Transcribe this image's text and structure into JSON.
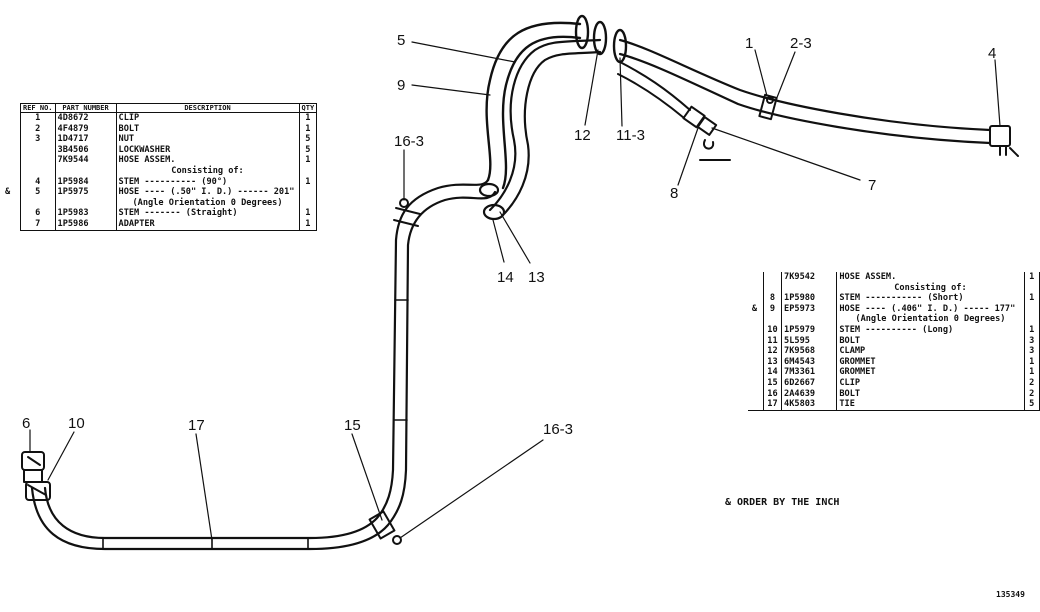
{
  "callouts": [
    {
      "text": "1"
    },
    {
      "text": "2-3"
    },
    {
      "text": "4"
    },
    {
      "text": "5"
    },
    {
      "text": "9"
    },
    {
      "text": "12"
    },
    {
      "text": "11-3"
    },
    {
      "text": "7"
    },
    {
      "text": "8"
    },
    {
      "text": "16-3"
    },
    {
      "text": "14"
    },
    {
      "text": "13"
    },
    {
      "text": "6"
    },
    {
      "text": "10"
    },
    {
      "text": "17"
    },
    {
      "text": "15"
    },
    {
      "text": "16-3"
    }
  ],
  "left_table": {
    "headers": {
      "ref": "REF NO.",
      "part": "PART NUMBER",
      "desc": "DESCRIPTION",
      "qty": "QTY"
    },
    "rows": [
      {
        "mark": "",
        "ref": "1",
        "part": "4D8672",
        "desc": "CLIP",
        "qty": "1"
      },
      {
        "mark": "",
        "ref": "2",
        "part": "4F4879",
        "desc": "BOLT",
        "qty": "1"
      },
      {
        "mark": "",
        "ref": "3",
        "part": "1D4717",
        "desc": "NUT",
        "qty": "5"
      },
      {
        "mark": "",
        "ref": "",
        "part": "3B4506",
        "desc": "LOCKWASHER",
        "qty": "5"
      },
      {
        "mark": "",
        "ref": "",
        "part": "7K9544",
        "desc": "HOSE ASSEM.",
        "qty": "1"
      },
      {
        "mark": "",
        "ref": "",
        "part": "",
        "desc": "Consisting of:",
        "qty": ""
      },
      {
        "mark": "",
        "ref": "4",
        "part": "1P5984",
        "desc": "STEM ---------- (90°)",
        "qty": "1"
      },
      {
        "mark": "&",
        "ref": "5",
        "part": "1P5975",
        "desc": "HOSE ---- (.50\" I. D.) ------ 201\"",
        "qty": ""
      },
      {
        "mark": "",
        "ref": "",
        "part": "",
        "desc": "(Angle Orientation 0 Degrees)",
        "qty": ""
      },
      {
        "mark": "",
        "ref": "6",
        "part": "1P5983",
        "desc": "STEM ------- (Straight)",
        "qty": "1"
      },
      {
        "mark": "",
        "ref": "7",
        "part": "1P5986",
        "desc": "ADAPTER",
        "qty": "1"
      }
    ]
  },
  "right_table": {
    "rows": [
      {
        "mark": "",
        "ref": "",
        "part": "7K9542",
        "desc": "HOSE ASSEM.",
        "qty": "1"
      },
      {
        "mark": "",
        "ref": "",
        "part": "",
        "desc": "Consisting of:",
        "qty": ""
      },
      {
        "mark": "",
        "ref": "8",
        "part": "1P5980",
        "desc": "STEM ----------- (Short)",
        "qty": "1"
      },
      {
        "mark": "&",
        "ref": "9",
        "part": "EP5973",
        "desc": "HOSE ---- (.406\" I. D.) ----- 177\"",
        "qty": ""
      },
      {
        "mark": "",
        "ref": "",
        "part": "",
        "desc": "(Angle Orientation 0 Degrees)",
        "qty": ""
      },
      {
        "mark": "",
        "ref": "10",
        "part": "1P5979",
        "desc": "STEM ---------- (Long)",
        "qty": "1"
      },
      {
        "mark": "",
        "ref": "11",
        "part": "5L595",
        "desc": "BOLT",
        "qty": "3"
      },
      {
        "mark": "",
        "ref": "12",
        "part": "7K9568",
        "desc": "CLAMP",
        "qty": "3"
      },
      {
        "mark": "",
        "ref": "13",
        "part": "6M4543",
        "desc": "GROMMET",
        "qty": "1"
      },
      {
        "mark": "",
        "ref": "14",
        "part": "7M3361",
        "desc": "GROMMET",
        "qty": "1"
      },
      {
        "mark": "",
        "ref": "15",
        "part": "6D2667",
        "desc": "CLIP",
        "qty": "2"
      },
      {
        "mark": "",
        "ref": "16",
        "part": "2A4639",
        "desc": "BOLT",
        "qty": "2"
      },
      {
        "mark": "",
        "ref": "17",
        "part": "4K5803",
        "desc": "TIE",
        "qty": "5"
      }
    ]
  },
  "note": "& ORDER BY THE INCH",
  "drawing_number": "135349"
}
